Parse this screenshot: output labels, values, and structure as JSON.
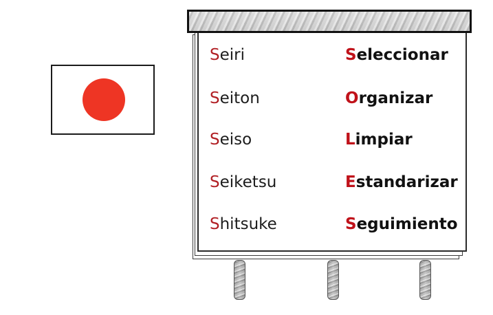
{
  "flag": {
    "background": "#ffffff",
    "circle_color": "#ee3524"
  },
  "board": {
    "rows": [
      {
        "japanese": {
          "first": "S",
          "rest": "eiri"
        },
        "spanish": {
          "first": "S",
          "rest": "eleccionar"
        }
      },
      {
        "japanese": {
          "first": "S",
          "rest": "eiton"
        },
        "spanish": {
          "first": "O",
          "rest": "rganizar"
        }
      },
      {
        "japanese": {
          "first": "S",
          "rest": "eiso"
        },
        "spanish": {
          "first": "L",
          "rest": "impiar"
        }
      },
      {
        "japanese": {
          "first": "S",
          "rest": "eiketsu"
        },
        "spanish": {
          "first": "E",
          "rest": "standarizar"
        }
      },
      {
        "japanese": {
          "first": "S",
          "rest": "hitsuke"
        },
        "spanish": {
          "first": "S",
          "rest": "eguimiento"
        }
      }
    ],
    "accent_color": "#b11f24"
  }
}
